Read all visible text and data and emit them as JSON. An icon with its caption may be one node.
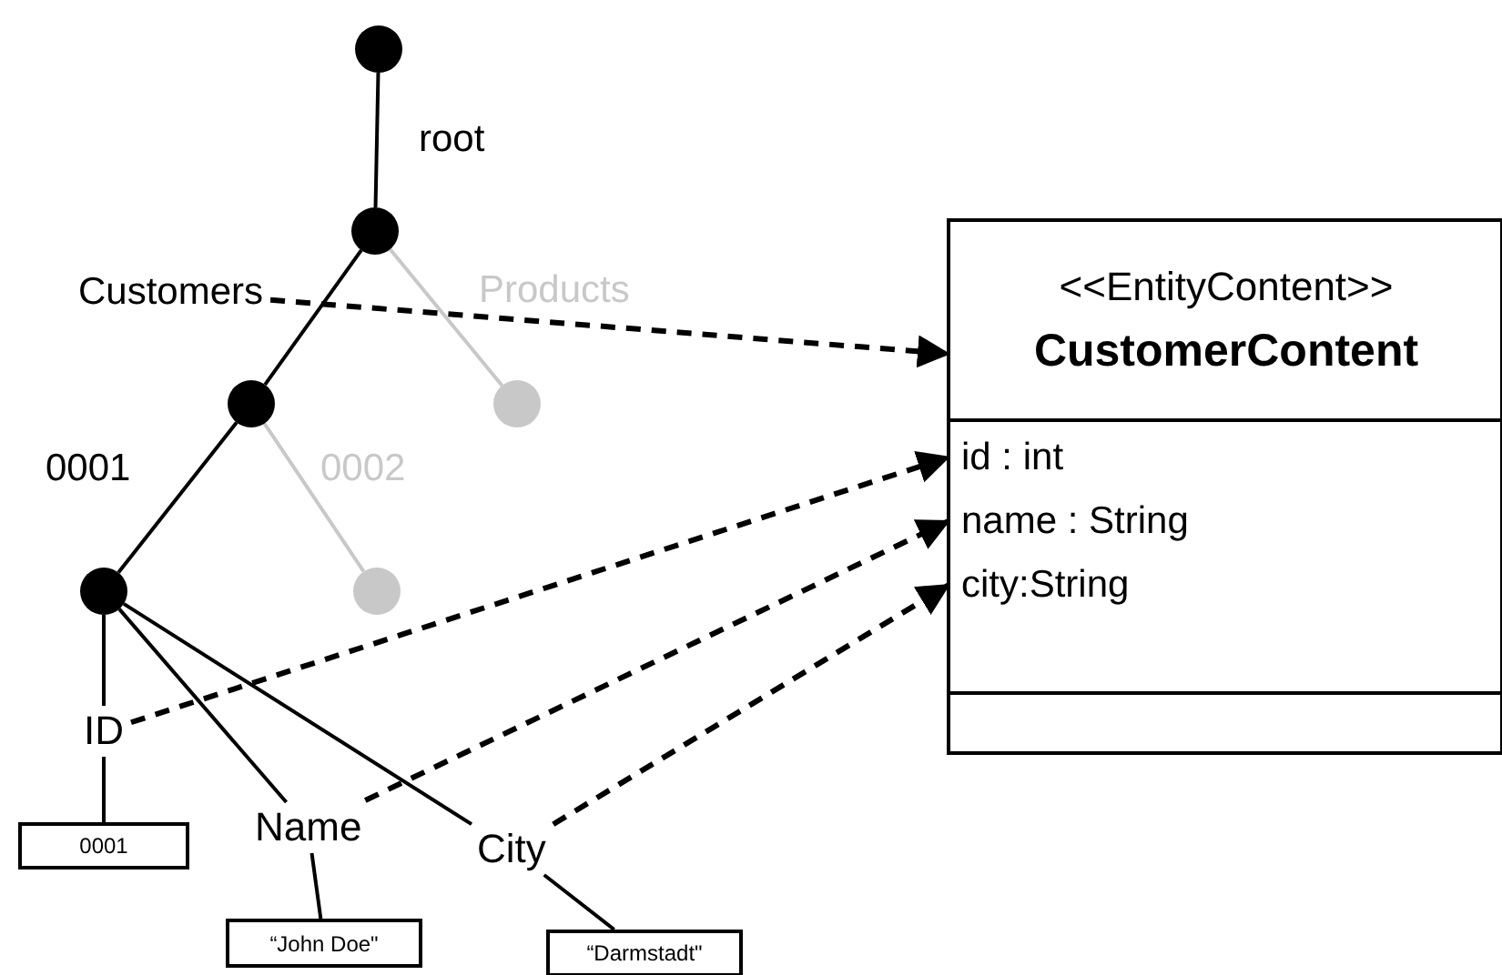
{
  "diagram": {
    "nodes": [
      {
        "text": [],
        "shape": "circle"
      },
      {
        "text": [],
        "shape": "circle"
      },
      {
        "text": [],
        "shape": "circle"
      },
      {
        "text": [],
        "shape": "circle"
      },
      {
        "text": [],
        "shape": "circle"
      },
      {
        "text": [],
        "shape": "circle"
      },
      {
        "text": [
          "Customers"
        ]
      },
      {
        "text": [],
        "shape": "box"
      },
      {
        "text": [
          "<<EntityContent>>",
          "CustomerContent"
        ],
        "in": 7
      },
      {
        "text": [
          "id : int"
        ],
        "in": 7
      },
      {
        "text": [
          "name : String"
        ],
        "in": 7
      },
      {
        "text": [
          "city:String"
        ],
        "in": 7
      },
      {
        "text": [
          "ID"
        ]
      },
      {
        "text": [
          "Name"
        ]
      },
      {
        "text": [
          "City"
        ]
      },
      {
        "text": [
          "0001"
        ]
      },
      {
        "text": [
          "“John Doe\""
        ]
      },
      {
        "text": [
          "“Darmstadt\""
        ]
      }
    ],
    "edges": [
      {
        "from": 0,
        "to": 1,
        "arrow": "none",
        "label": "root"
      },
      {
        "from": 1,
        "to": 2,
        "arrow": "none"
      },
      {
        "from": 1,
        "to": 3,
        "arrow": "none",
        "label": "Products",
        "color": "#c8c8c8"
      },
      {
        "from": 2,
        "to": 4,
        "arrow": "none",
        "label": "0001"
      },
      {
        "from": 2,
        "to": 5,
        "arrow": "none",
        "label": "0002",
        "color": "#c8c8c8"
      },
      {
        "from": 6,
        "to": 8,
        "arrow": "to",
        "style": "dashed"
      },
      {
        "from": 4,
        "to": 12,
        "arrow": "none"
      },
      {
        "from": 12,
        "to": 15,
        "arrow": "none"
      },
      {
        "from": 4,
        "to": 13,
        "arrow": "none"
      },
      {
        "from": 13,
        "to": 16,
        "arrow": "none"
      },
      {
        "from": 4,
        "to": 14,
        "arrow": "none"
      },
      {
        "from": 14,
        "to": 17,
        "arrow": "none"
      },
      {
        "from": 12,
        "to": 9,
        "arrow": "to",
        "style": "dashed"
      },
      {
        "from": 13,
        "to": 10,
        "arrow": "to",
        "style": "dashed"
      },
      {
        "from": 14,
        "to": 11,
        "arrow": "to",
        "style": "dashed"
      }
    ]
  }
}
